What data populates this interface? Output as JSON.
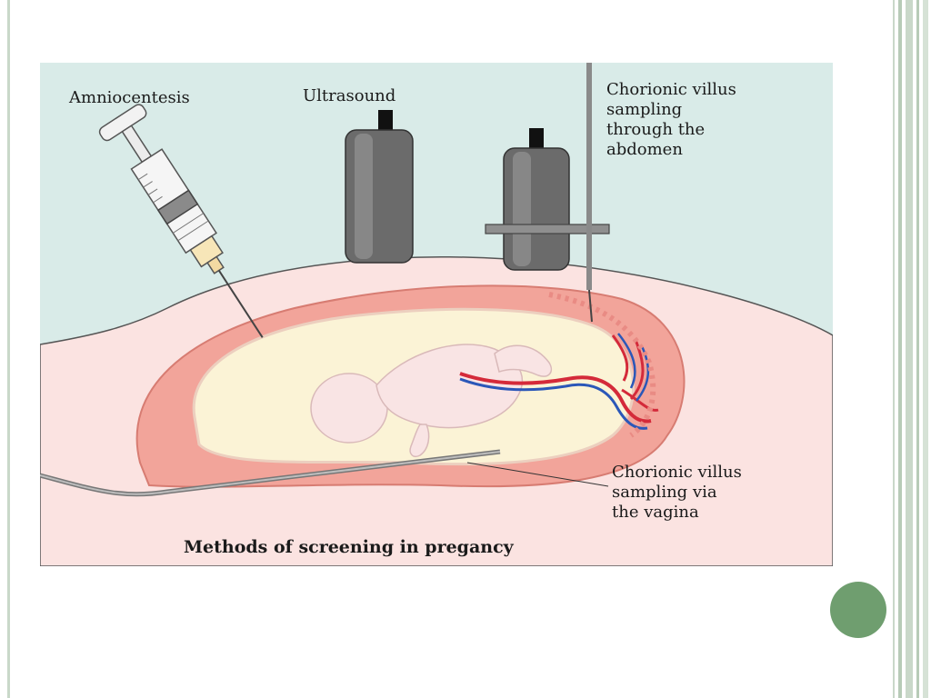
{
  "slide": {
    "accent_color": "#6f9e6f",
    "border_color": "#c9d8c9"
  },
  "figure": {
    "labels": {
      "amniocentesis": "Amniocentesis",
      "ultrasound": "Ultrasound",
      "cvs_abdomen": "Chorionic villus\nsampling\nthrough the\nabdomen",
      "cvs_vagina": "Chorionic villus\nsampling via\nthe vagina"
    },
    "caption": "Methods of screening in pregancy",
    "colors": {
      "background": "#d9ebe8",
      "abdomen": "#fbe3e1",
      "uterus_wall": "#f2a49a",
      "amniotic_sac": "#fbf3d6",
      "fetus": "#f9e4e4",
      "artery": "#d42a3a",
      "vein": "#2b57b8",
      "instrument": "#7a7a7a"
    }
  }
}
